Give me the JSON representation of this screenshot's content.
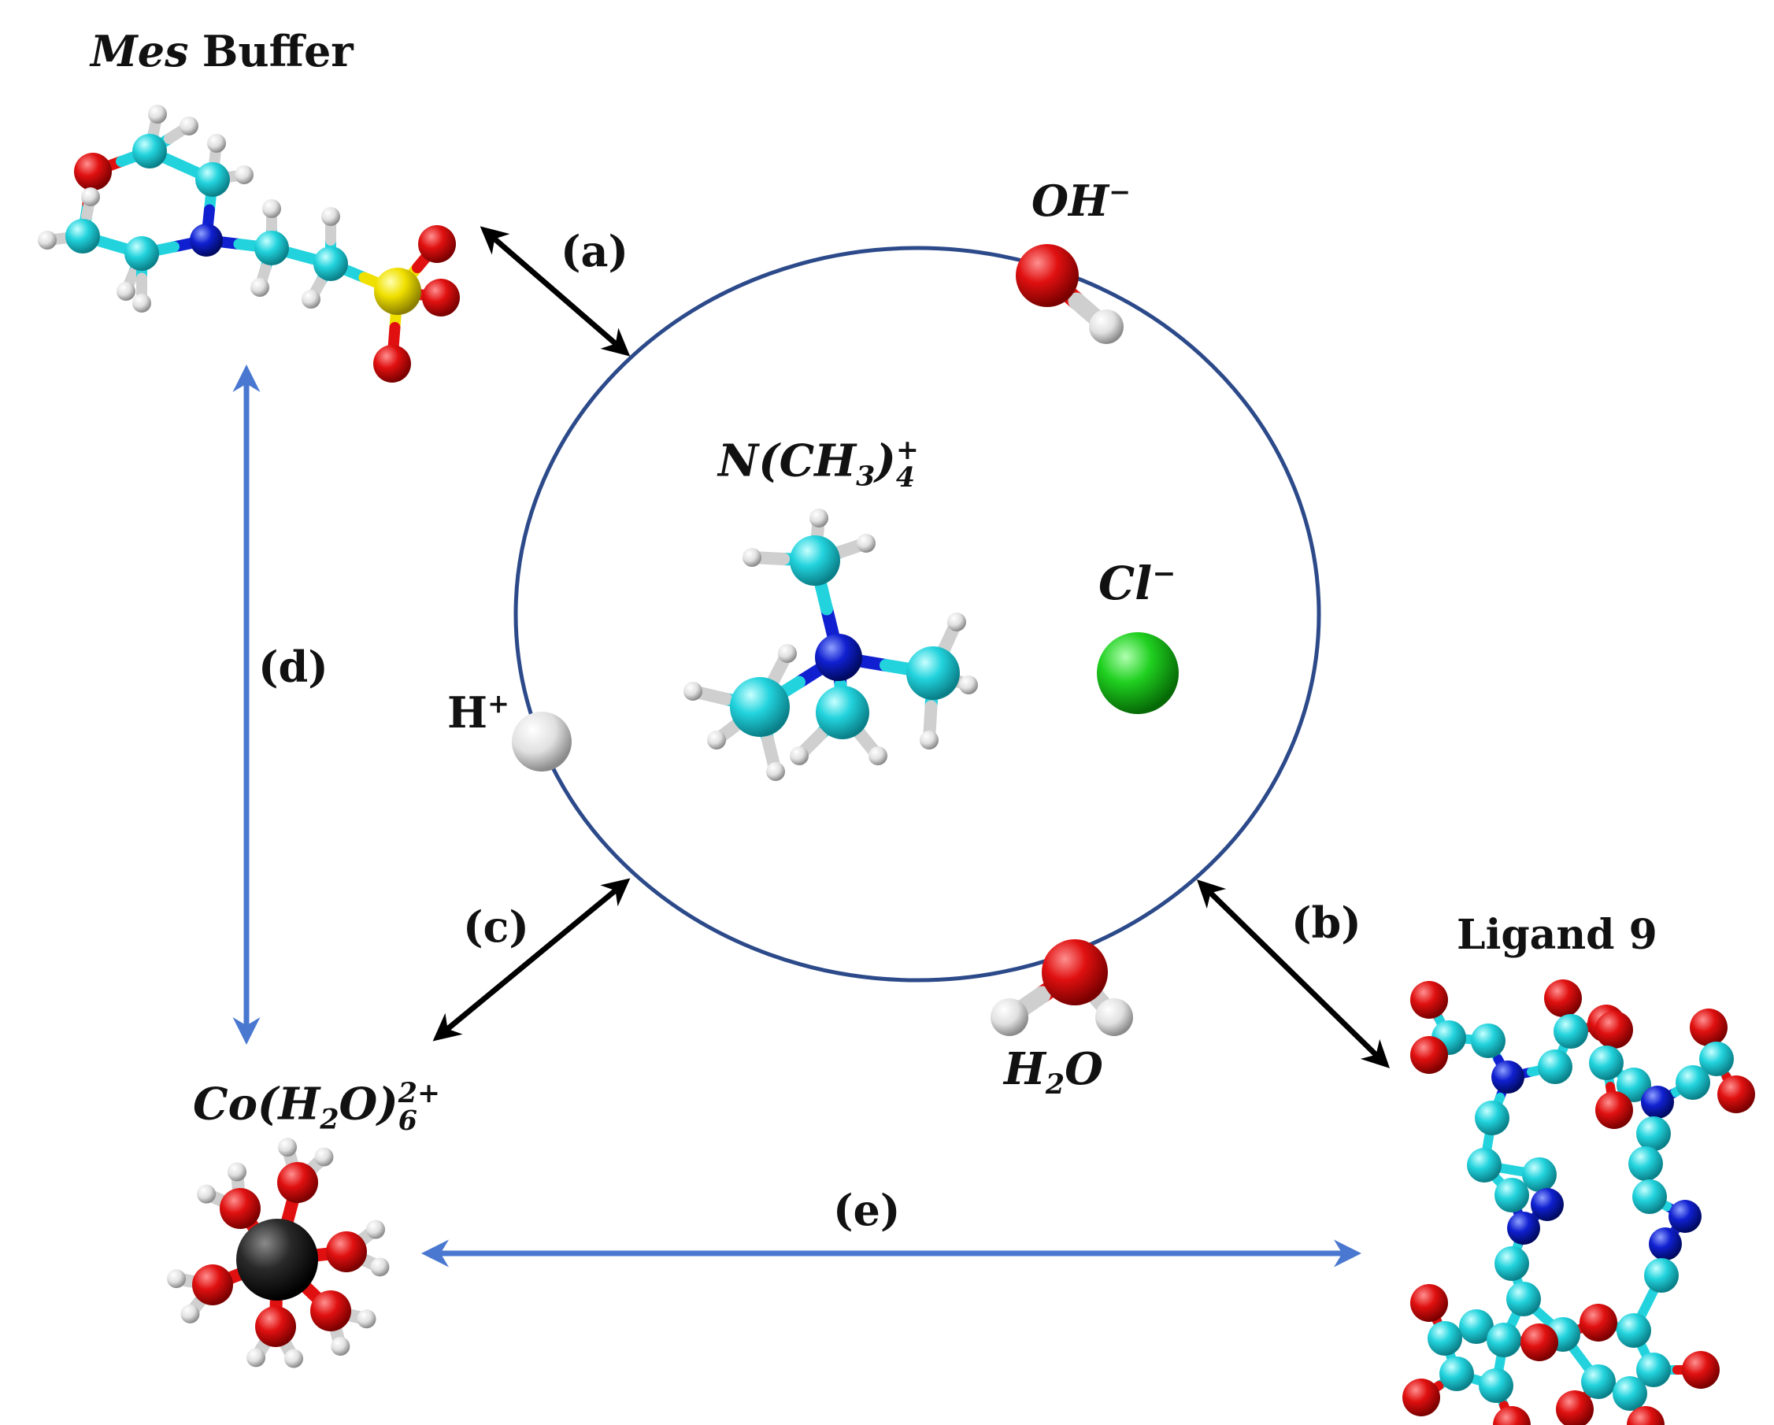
{
  "colors": {
    "carbon": "#22d3dd",
    "hydrogen": "#e8e8e8",
    "oxygen": "#e01010",
    "nitrogen": "#1020d0",
    "sulfur": "#f0e000",
    "chlorine": "#20d020",
    "cobalt": "#2a2a2a",
    "ring": "#2c4a8a",
    "black_arrow": "#000000",
    "blue_arrow": "#4a78d0"
  },
  "labels": {
    "mes_italic": "Mes",
    "mes_rest": "Buffer",
    "oh_base": "OH",
    "oh_sup": "−",
    "tma_base": "N(CH",
    "tma_sub3": "3",
    "tma_close": ")",
    "tma_sup": "+",
    "tma_sub4": "4",
    "cl_base": "Cl",
    "cl_sup": "−",
    "h_base": "H",
    "h_sup": "+",
    "h2o_h": "H",
    "h2o_sub": "2",
    "h2o_o": "O",
    "co_base": "Co(H",
    "co_sub2": "2",
    "co_mid": "O)",
    "co_sup": "2+",
    "co_sub6": "6",
    "ligand": "Ligand 9",
    "a": "(a)",
    "b": "(b)",
    "c": "(c)",
    "d": "(d)",
    "e": "(e)"
  }
}
